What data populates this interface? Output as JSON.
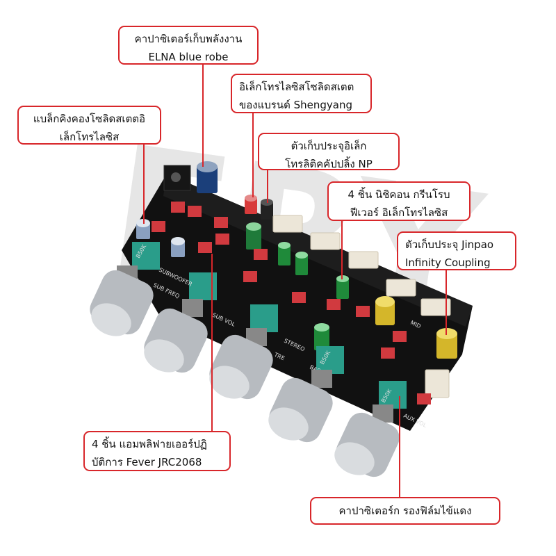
{
  "watermark": {
    "text": "ERY"
  },
  "colors": {
    "accent": "#d8262a",
    "board": "#1a1a1a",
    "relay": "#d13a3f",
    "pot": "#2a9d8a",
    "knob": "#c9ccd0"
  },
  "callouts": [
    {
      "id": "elna",
      "lines": [
        "คาปาซิเตอร์เก็บพลังงาน",
        "ELNA blue robe"
      ]
    },
    {
      "id": "shengyang",
      "lines": [
        "อิเล็กโทรไลซิสโซลิดสเตต",
        "ของแบรนด์ Shengyang"
      ]
    },
    {
      "id": "blocking",
      "lines": [
        "แบล็กคิงคองโซลิดสเตตอิ",
        "เล็กโทรไลซิส"
      ]
    },
    {
      "id": "np",
      "lines": [
        "ตัวเก็บประจุอิเล็ก",
        "โทรลิติคคัปปลิ้ง NP"
      ]
    },
    {
      "id": "nichicon",
      "lines": [
        "4 ชิ้น นิชิคอน กรีนโรบ",
        "ฟีเวอร์ อิเล็กโทรไลซิส"
      ]
    },
    {
      "id": "jinpao",
      "lines": [
        "ตัวเก็บประจุ Jinpao",
        "Infinity Coupling"
      ]
    },
    {
      "id": "jrc2068",
      "lines": [
        "4 ชิ้น แอมพลิฟายเออร์ปฏิ",
        "บัติการ Fever JRC2068"
      ]
    },
    {
      "id": "film",
      "lines": [
        "คาปาซิเตอร์ก รองฟิล์มไข้แดง"
      ]
    }
  ],
  "board_labels": [
    "SUBWOOFER",
    "SUB FREQ",
    "SUB VOL",
    "STEREO",
    "TRE",
    "BASS",
    "MID",
    "AUX VOL",
    "B50K",
    "B50K",
    "B50K"
  ]
}
